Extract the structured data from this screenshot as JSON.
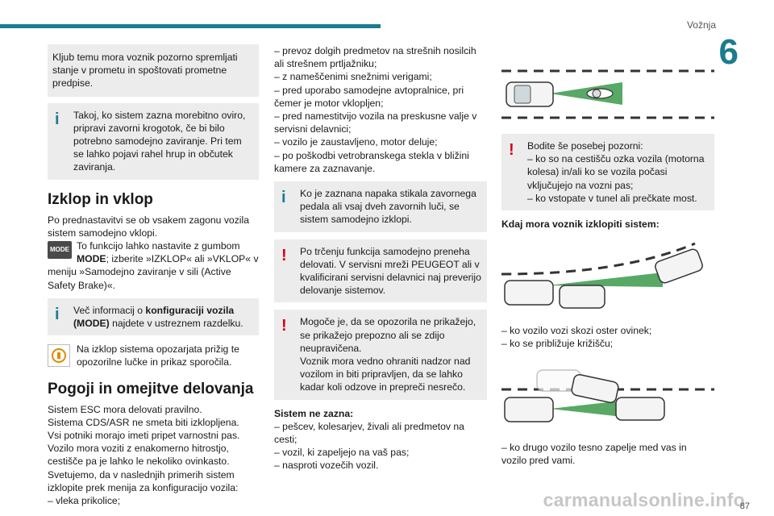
{
  "header": {
    "section": "Vožnja",
    "chapter": "6"
  },
  "col1": {
    "box_note": "Kljub temu mora voznik pozorno spremljati stanje v prometu in spoštovati prometne predpise.",
    "info_note": "Takoj, ko sistem zazna morebitno oviro, pripravi zavorni krogotok, če bi bilo potrebno samodejno zaviranje. Pri tem se lahko pojavi rahel hrup in občutek zaviranja.",
    "heading1": "Izklop in vklop",
    "para1": "Po prednastavitvi se ob vsakem zagonu vozila sistem samodejno vklopi.",
    "mode_icon_label": "MODE",
    "mode_text_a": "To funkcijo lahko nastavite z gumbom ",
    "mode_text_b": "MODE",
    "mode_text_c": "; izberite »IZKLOP« ali »VKLOP« v meniju »Samodejno zaviranje v sili (Active Safety Brake)«.",
    "info2_a": "Več informacij o ",
    "info2_b": "konfiguraciji vozila (MODE)",
    "info2_c": " najdete v ustreznem razdelku.",
    "warning_icon_text": "Na izklop sistema opozarjata prižig te opozorilne lučke in prikaz sporočila.",
    "heading2": "Pogoji in omejitve delovanja",
    "para2": "Sistem ESC mora delovati pravilno.\nSistema CDS/ASR ne smeta biti izklopljena.\nVsi potniki morajo imeti pripet varnostni pas.\nVozilo mora voziti z enakomerno hitrostjo, cestišče pa je lahko le nekoliko ovinkasto.\nSvetujemo, da v naslednjih primerih sistem izklopite prek menija za konfiguracijo vozila:",
    "list1": [
      "– vleka prikolice;"
    ]
  },
  "col2": {
    "list": [
      "– prevoz dolgih predmetov na strešnih nosilcih ali strešnem prtljažniku;",
      "– z nameščenimi snežnimi verigami;",
      "– pred uporabo samodejne avtopralnice, pri čemer je motor vklopljen;",
      "– pred namestitvijo vozila na preskusne valje v servisni delavnici;",
      "– vozilo je zaustavljeno, motor deluje;",
      "– po poškodbi vetrobranskega stekla v bližini kamere za zaznavanje."
    ],
    "info_note": "Ko je zaznana napaka stikala zavornega pedala ali vsaj dveh zavornih luči, se sistem samodejno izklopi.",
    "warn1": "Po trčenju funkcija samodejno preneha delovati. V servisni mreži PEUGEOT ali v kvalificirani servisni delavnici naj preverijo delovanje sistemov.",
    "warn2": "Mogoče je, da se opozorila ne prikažejo, se prikažejo prepozno ali se zdijo neupravičena.\nVoznik mora vedno ohraniti nadzor nad vozilom in biti pripravljen, da se lahko kadar koli odzove in prepreči nesrečo.",
    "not_detect_heading": "Sistem ne zazna:",
    "not_detect_list": [
      "– pešcev, kolesarjev, živali ali predmetov na cesti;",
      "– vozil, ki zapeljejo na vaš pas;",
      "– nasproti vozečih vozil."
    ]
  },
  "col3": {
    "warn": "Bodite še posebej pozorni:\n– ko so na cestišču ozka vozila (motorna kolesa) in/ali ko se vozila počasi vključujejo na vozni pas;\n– ko vstopate v tunel ali prečkate most.",
    "must_disable_heading": "Kdaj mora voznik izklopiti sistem:",
    "list_a": [
      "– ko vozilo vozi skozi oster ovinek;",
      "– ko se približuje križišču;"
    ],
    "list_b": [
      "– ko drugo vozilo tesno zapelje med vas in vozilo pred vami."
    ]
  },
  "footer": {
    "page_number": "87",
    "watermark": "carmanualsonline.info"
  },
  "colors": {
    "accent": "#1d7b8f",
    "warning": "#d0021b",
    "box": "#ececec"
  }
}
